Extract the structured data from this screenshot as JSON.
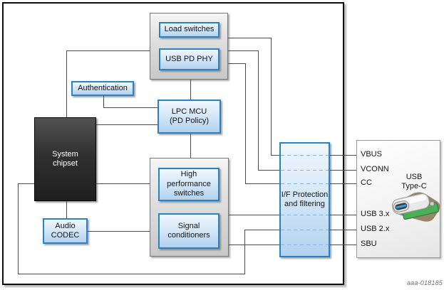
{
  "figure": {
    "watermark": "aaa-018185"
  },
  "blocks": {
    "load_switches": "Load switches",
    "usb_pd_phy": "USB PD PHY",
    "authentication": "Authentication",
    "lpc_mcu": "LPC MCU\n(PD Policy)",
    "system_chipset": "System\nchipset",
    "high_performance_switches": "High\nperformance\nswitches",
    "signal_conditioners": "Signal\nconditioners",
    "audio_codec": "Audio\nCODEC",
    "if_protection": "I/F Protection\nand filtering"
  },
  "typec": {
    "title": "USB\nType-C",
    "pins": [
      "VBUS",
      "VCONN",
      "CC",
      "USB 3.x",
      "USB 2.x",
      "SBU"
    ]
  },
  "colors": {
    "block_border_blue": "#2a82c5",
    "block_fill_blue": "#cfe4f7",
    "container_gray": "#d9d9d9",
    "chipset_dark": "#2b2b2b",
    "line_gray": "#4a4a4a",
    "dashed_blue": "#85b3e0",
    "pcb_green": "#4caf57",
    "frame_black": "#0d0d0d"
  }
}
